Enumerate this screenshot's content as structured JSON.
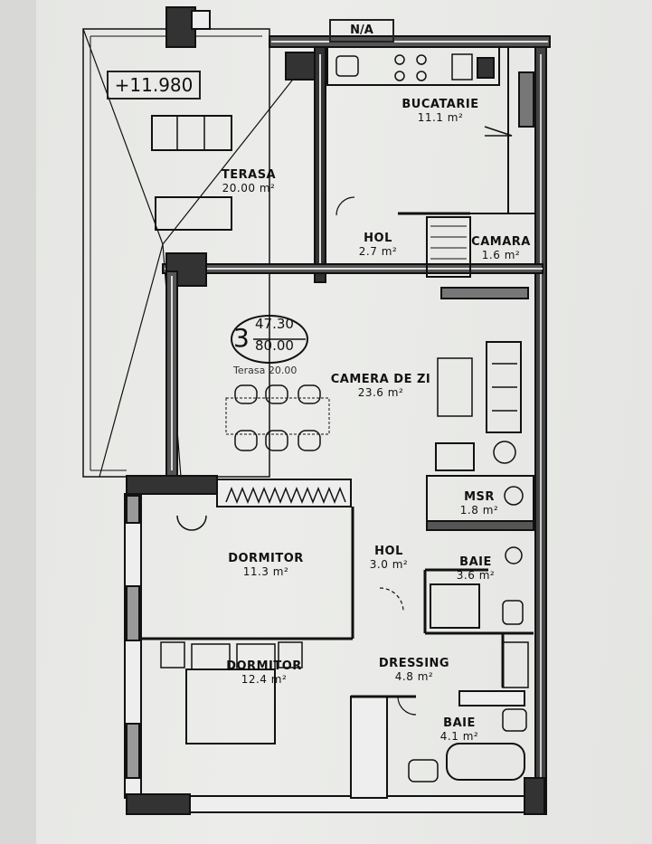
{
  "elevation": "+11.980",
  "access": "N/A",
  "apartment": {
    "number": "3",
    "area_net": "47.30",
    "area_total": "80.00",
    "terrace_note": "Terasa 20.00"
  },
  "rooms": {
    "terasa": {
      "name": "TERASA",
      "area": "20.00 m²"
    },
    "bucatarie": {
      "name": "BUCATARIE",
      "area": "11.1 m²"
    },
    "hol_top": {
      "name": "HOL",
      "area": "2.7 m²"
    },
    "camara": {
      "name": "CAMARA",
      "area": "1.6 m²"
    },
    "camera_de_zi": {
      "name": "CAMERA DE ZI",
      "area": "23.6 m²"
    },
    "msr": {
      "name": "MSR",
      "area": "1.8 m²"
    },
    "dormitor_1": {
      "name": "DORMITOR",
      "area": "11.3 m²"
    },
    "hol_mid": {
      "name": "HOL",
      "area": "3.0 m²"
    },
    "baie_1": {
      "name": "BAIE",
      "area": "3.6 m²"
    },
    "dormitor_2": {
      "name": "DORMITOR",
      "area": "12.4 m²"
    },
    "dressing": {
      "name": "DRESSING",
      "area": "4.8 m²"
    },
    "baie_2": {
      "name": "BAIE",
      "area": "4.1 m²"
    }
  }
}
